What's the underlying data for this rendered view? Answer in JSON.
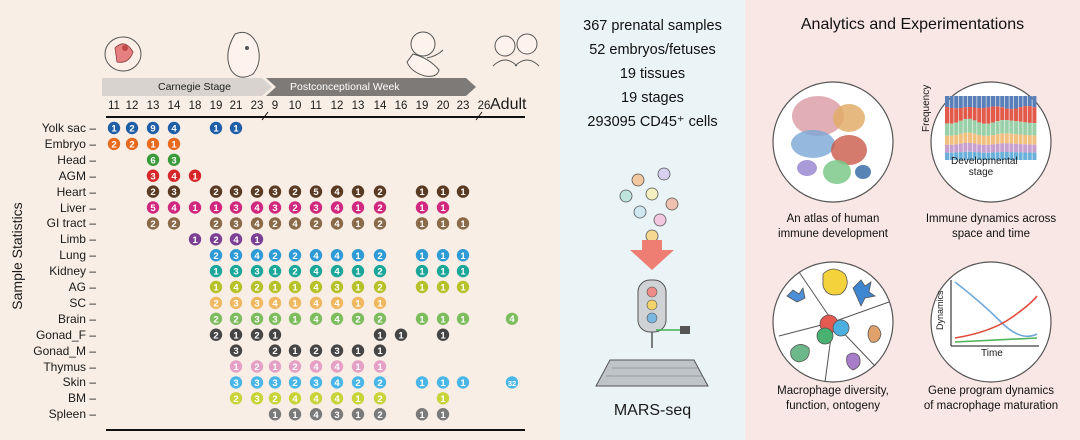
{
  "left": {
    "stage_label_1": "Carnegie Stage",
    "stage_label_2": "Postconceptional Week",
    "adult_label": "Adult",
    "y_axis_title": "Sample Statistics",
    "ticks": [
      "11",
      "12",
      "13",
      "14",
      "18",
      "19",
      "21",
      "23",
      "9",
      "10",
      "11",
      "12",
      "13",
      "14",
      "16",
      "19",
      "20",
      "23",
      "26"
    ],
    "tissues": [
      "Yolk sac",
      "Embryo",
      "Head",
      "AGM",
      "Heart",
      "Liver",
      "GI tract",
      "Limb",
      "Lung",
      "Kidney",
      "AG",
      "SC",
      "Brain",
      "Gonad_F",
      "Gonad_M",
      "Thymus",
      "Skin",
      "BM",
      "Spleen"
    ],
    "tissue_colors": {
      "Yolk sac": "#1f5fa8",
      "Embryo": "#e86a1e",
      "Head": "#3a9a3a",
      "AGM": "#d6262a",
      "Heart": "#5a3a22",
      "Liver": "#d0287f",
      "GI tract": "#8a6a48",
      "Limb": "#7b3f93",
      "Lung": "#2e9ad6",
      "Kidney": "#1aa79a",
      "AG": "#b7c22a",
      "SC": "#f0b860",
      "Brain": "#7ebd5e",
      "Gonad_F": "#454545",
      "Gonad_M": "#454545",
      "Thymus": "#e5a0c5",
      "Skin": "#4ab6e8",
      "BM": "#c9d43a",
      "Spleen": "#7a7a7a"
    },
    "grid": {
      "Yolk sac": [
        "1",
        "2",
        "9",
        "4",
        "",
        "1",
        "1",
        "",
        "",
        "",
        "",
        "",
        "",
        "",
        "",
        "",
        "",
        "",
        ""
      ],
      "Embryo": [
        "2",
        "2",
        "1",
        "1",
        "",
        "",
        "",
        "",
        "",
        "",
        "",
        "",
        "",
        "",
        "",
        "",
        "",
        "",
        ""
      ],
      "Head": [
        "",
        "",
        "6",
        "3",
        "",
        "",
        "",
        "",
        "",
        "",
        "",
        "",
        "",
        "",
        "",
        "",
        "",
        "",
        ""
      ],
      "AGM": [
        "",
        "",
        "3",
        "4",
        "1",
        "",
        "",
        "",
        "",
        "",
        "",
        "",
        "",
        "",
        "",
        "",
        "",
        "",
        ""
      ],
      "Heart": [
        "",
        "",
        "2",
        "3",
        "",
        "2",
        "3",
        "2",
        "3",
        "2",
        "5",
        "4",
        "1",
        "2",
        "",
        "1",
        "1",
        "1",
        ""
      ],
      "Liver": [
        "",
        "",
        "5",
        "4",
        "1",
        "1",
        "3",
        "4",
        "3",
        "2",
        "3",
        "4",
        "1",
        "2",
        "",
        "1",
        "1",
        "",
        ""
      ],
      "GI tract": [
        "",
        "",
        "2",
        "2",
        "",
        "2",
        "3",
        "4",
        "2",
        "4",
        "2",
        "4",
        "1",
        "2",
        "",
        "1",
        "1",
        "1",
        ""
      ],
      "Limb": [
        "",
        "",
        "",
        "",
        "1",
        "2",
        "4",
        "1",
        "",
        "",
        "",
        "",
        "",
        "",
        "",
        "",
        "",
        "",
        ""
      ],
      "Lung": [
        "",
        "",
        "",
        "",
        "",
        "2",
        "3",
        "4",
        "2",
        "2",
        "4",
        "4",
        "1",
        "2",
        "",
        "1",
        "1",
        "1",
        ""
      ],
      "Kidney": [
        "",
        "",
        "",
        "",
        "",
        "1",
        "3",
        "3",
        "1",
        "2",
        "4",
        "4",
        "1",
        "2",
        "",
        "1",
        "1",
        "1",
        ""
      ],
      "AG": [
        "",
        "",
        "",
        "",
        "",
        "1",
        "4",
        "2",
        "1",
        "1",
        "4",
        "3",
        "1",
        "2",
        "",
        "1",
        "1",
        "1",
        ""
      ],
      "SC": [
        "",
        "",
        "",
        "",
        "",
        "2",
        "3",
        "3",
        "4",
        "1",
        "4",
        "4",
        "1",
        "1",
        "",
        "",
        "",
        "",
        ""
      ],
      "Brain": [
        "",
        "",
        "",
        "",
        "",
        "2",
        "2",
        "3",
        "3",
        "1",
        "4",
        "4",
        "2",
        "2",
        "",
        "1",
        "1",
        "1",
        ""
      ],
      "Gonad_F": [
        "",
        "",
        "",
        "",
        "",
        "2",
        "1",
        "2",
        "1",
        "",
        "",
        "",
        "",
        "1",
        "1",
        "",
        "1",
        "",
        ""
      ],
      "Gonad_M": [
        "",
        "",
        "",
        "",
        "",
        "",
        "3",
        "",
        "2",
        "1",
        "2",
        "3",
        "1",
        "1",
        "",
        "",
        "",
        "",
        ""
      ],
      "Thymus": [
        "",
        "",
        "",
        "",
        "",
        "",
        "1",
        "2",
        "1",
        "2",
        "4",
        "4",
        "1",
        "1",
        "",
        "",
        "",
        "",
        ""
      ],
      "Skin": [
        "",
        "",
        "",
        "",
        "",
        "",
        "3",
        "3",
        "3",
        "2",
        "3",
        "4",
        "2",
        "2",
        "",
        "1",
        "1",
        "1",
        ""
      ],
      "BM": [
        "",
        "",
        "",
        "",
        "",
        "",
        "2",
        "3",
        "2",
        "4",
        "4",
        "4",
        "1",
        "2",
        "",
        "",
        "1",
        "",
        ""
      ],
      "Spleen": [
        "",
        "",
        "",
        "",
        "",
        "",
        "",
        "",
        "1",
        "1",
        "4",
        "3",
        "1",
        "2",
        "",
        "1",
        "1",
        "",
        ""
      ]
    },
    "adult_points": {
      "Brain": "4",
      "Skin": "32"
    }
  },
  "middle": {
    "stats": [
      "367 prenatal samples",
      "52 embryos/fetuses",
      "19 tissues",
      "19 stages",
      "293095 CD45⁺ cells"
    ],
    "method_label": "MARS-seq"
  },
  "right": {
    "title": "Analytics and Experimentations",
    "panels": [
      {
        "caption_1": "An atlas of human",
        "caption_2": "immune development"
      },
      {
        "caption_1": "Immune dynamics across",
        "caption_2": "space and time",
        "y_label": "Frequency",
        "x_label_1": "Developmental",
        "x_label_2": "stage"
      },
      {
        "caption_1": "Macrophage diversity,",
        "caption_2": "function, ontogeny"
      },
      {
        "caption_1": "Gene program dynamics",
        "caption_2": "of macrophage maturation",
        "y_label": "Dynamics",
        "x_label": "Time"
      }
    ]
  }
}
